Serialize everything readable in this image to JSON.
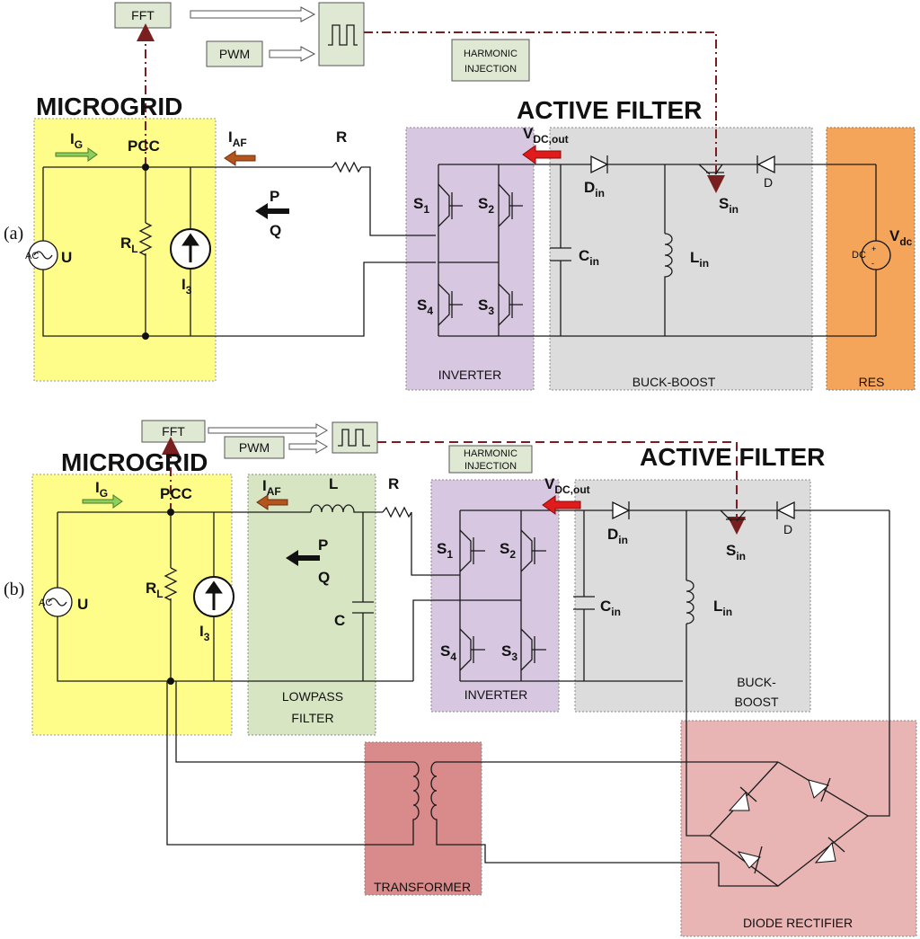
{
  "panel_a": {
    "tag": "(a)",
    "microgrid": "MICROGRID",
    "active_filter": "ACTIVE FILTER",
    "fft": "FFT",
    "pwm": "PWM",
    "harmonic_1": "HARMONIC",
    "harmonic_2": "INJECTION",
    "ig": "I",
    "ig_sub": "G",
    "pcc": "PCC",
    "iaf": "I",
    "iaf_sub": "AF",
    "r": "R",
    "vdcout": "V",
    "vdcout_sub": "DC,out",
    "p": "P",
    "q": "Q",
    "u": "U",
    "rl": "R",
    "rl_sub": "L",
    "i3": "I",
    "i3_sub": "3",
    "s1": "S",
    "s1_sub": "1",
    "s2": "S",
    "s2_sub": "2",
    "s3": "S",
    "s3_sub": "3",
    "s4": "S",
    "s4_sub": "4",
    "din": "D",
    "din_sub": "in",
    "cin": "C",
    "cin_sub": "in",
    "lin": "L",
    "lin_sub": "in",
    "sin": "S",
    "sin_sub": "in",
    "d": "D",
    "vdc": "V",
    "vdc_sub": "dc",
    "ac": "AC",
    "dc": "DC",
    "inverter": "INVERTER",
    "buckboost": "BUCK-BOOST",
    "res": "RES"
  },
  "panel_b": {
    "tag": "(b)",
    "microgrid": "MICROGRID",
    "active_filter": "ACTIVE FILTER",
    "fft": "FFT",
    "pwm": "PWM",
    "harmonic_1": "HARMONIC",
    "harmonic_2": "INJECTION",
    "ig": "I",
    "ig_sub": "G",
    "pcc": "PCC",
    "iaf": "I",
    "iaf_sub": "AF",
    "l": "L",
    "r": "R",
    "c": "C",
    "vdcout": "V",
    "vdcout_sub": "DC,out",
    "p": "P",
    "q": "Q",
    "u": "U",
    "rl": "R",
    "rl_sub": "L",
    "i3": "I",
    "i3_sub": "3",
    "s1": "S",
    "s1_sub": "1",
    "s2": "S",
    "s2_sub": "2",
    "s3": "S",
    "s3_sub": "3",
    "s4": "S",
    "s4_sub": "4",
    "din": "D",
    "din_sub": "in",
    "cin": "C",
    "cin_sub": "in",
    "lin": "L",
    "lin_sub": "in",
    "sin": "S",
    "sin_sub": "in",
    "d": "D",
    "ac": "AC",
    "lowpass_1": "LOWPASS",
    "lowpass_2": "FILTER",
    "inverter": "INVERTER",
    "buckboost_1": "BUCK-",
    "buckboost_2": "BOOST",
    "transformer": "TRANSFORMER",
    "rectifier": "DIODE RECTIFIER"
  },
  "colors": {
    "microgrid": "#fffd8a",
    "inverter": "#d7c7e0",
    "buckboost": "#dcdcdc",
    "res": "#f5a55a",
    "lowpass": "#d8e5c3",
    "rectifier": "#e8b4b4",
    "transformer": "#d98a8a",
    "control_link": "#7a1f1f"
  }
}
